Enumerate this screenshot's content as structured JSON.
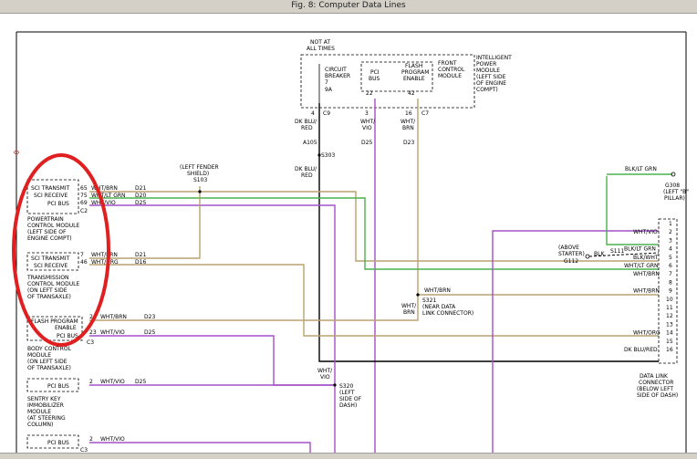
{
  "window": {
    "title": "Fig. 8: Computer Data Lines"
  },
  "colors": {
    "tan": "#b8a270",
    "green": "#4cb04c",
    "violet": "#a450c8",
    "black": "#000000",
    "highlight": "#e02020"
  },
  "ipm": {
    "not_at_all_times": "NOT AT ALL TIMES",
    "breaker": "CIRCUIT BREAKER",
    "breaker_num": "7",
    "breaker_amp": "9A",
    "pci": "PCI BUS",
    "flash": "FLASH PROGRAM ENABLE",
    "front": "FRONT CONTROL MODULE",
    "title": "INTELLIGENT POWER MODULE (LEFT SIDE OF ENGINE COMPT)",
    "pin22": "22",
    "pin42": "42",
    "p4": "4",
    "c9": "C9",
    "p3": "3",
    "p16": "16",
    "c7": "C7"
  },
  "upper_wires": {
    "dk_blu_red": "DK BLU/ RED",
    "a105": "A105",
    "s303": "S303",
    "wht_vio": "WHT/ VIO",
    "d25": "D25",
    "wht_brn": "WHT/ BRN",
    "d23": "D23"
  },
  "fender": {
    "label": "(LEFT FENDER SHIELD)",
    "splice": "S103"
  },
  "pcm": {
    "sci_transmit": "SCI TRANSMIT",
    "sci_receive": "SCI RECEIVE",
    "pci_bus": "PCI BUS",
    "c2": "C2",
    "name": "POWERTRAIN CONTROL MODULE (LEFT SIDE OF ENGINE COMPT)",
    "pins": [
      "65",
      "75",
      "69"
    ],
    "wires": [
      "WHT/BRN",
      "WHT/LT GRN",
      "WHT/VIO"
    ],
    "codes": [
      "D21",
      "D20",
      "D25"
    ]
  },
  "tcm": {
    "sci_transmit": "SCI TRANSMIT",
    "sci_receive": "SCI RECEIVE",
    "name": "TRANSMISSION CONTROL MODULE (ON LEFT SIDE OF TRANSAXLE)",
    "pins": [
      "7",
      "46"
    ],
    "wires": [
      "WHT/BRN",
      "WHT/ORG"
    ],
    "codes": [
      "D21",
      "D16"
    ]
  },
  "bcm": {
    "flash": "FLASH PROGRAM ENABLE",
    "pci": "PCI BUS",
    "name": "BODY CONTROL MODULE (ON LEFT SIDE OF TRANSAXLE)",
    "pins": [
      "2",
      "23"
    ],
    "wires": [
      "WHT/BRN",
      "WHT/VIO"
    ],
    "codes": [
      "D23",
      "D25"
    ],
    "c3": "C3"
  },
  "skim": {
    "pci": "PCI BUS",
    "name": "SENTRY KEY IMMOBILIZER MODULE (AT STEERING COLUMN)",
    "pin": "2",
    "wire": "WHT/VIO",
    "code": "D25"
  },
  "bottom_module": {
    "pci": "PCI BUS",
    "c3": "C3",
    "pin": "2",
    "wire": "WHT/VIO"
  },
  "s320": {
    "splice": "S320",
    "desc": "(LEFT SIDE OF DASH)",
    "wire": "WHT/ VIO"
  },
  "s321": {
    "splice": "S321",
    "desc": "(NEAR DATA LINK CONNECTOR)",
    "wire": "WHT/ BRN",
    "top_wire": "WHT/BRN"
  },
  "ground": {
    "wire": "BLK/LT GRN",
    "g308": "G308",
    "g308_desc": "(LEFT \"B\" PILLAR)",
    "s111": "S111",
    "blk": "BLK",
    "g112": "G112",
    "g112_desc": "(ABOVE STARTER)"
  },
  "dlc": {
    "name": "DATA LINK CONNECTOR (BELOW LEFT SIDE OF DASH)",
    "pins": [
      "1",
      "2",
      "3",
      "4",
      "5",
      "6",
      "7",
      "8",
      "9",
      "10",
      "11",
      "12",
      "13",
      "14",
      "15",
      "16"
    ],
    "wires": [
      "",
      "WHT/VIO",
      "",
      "BLK/LT GRN",
      "BLK/WHT",
      "WHT/LT GRN",
      "WHT/BRN",
      "",
      "WHT/BRN",
      "",
      "",
      "",
      "",
      "WHT/ORG",
      "",
      "DK BLU/RED"
    ]
  }
}
